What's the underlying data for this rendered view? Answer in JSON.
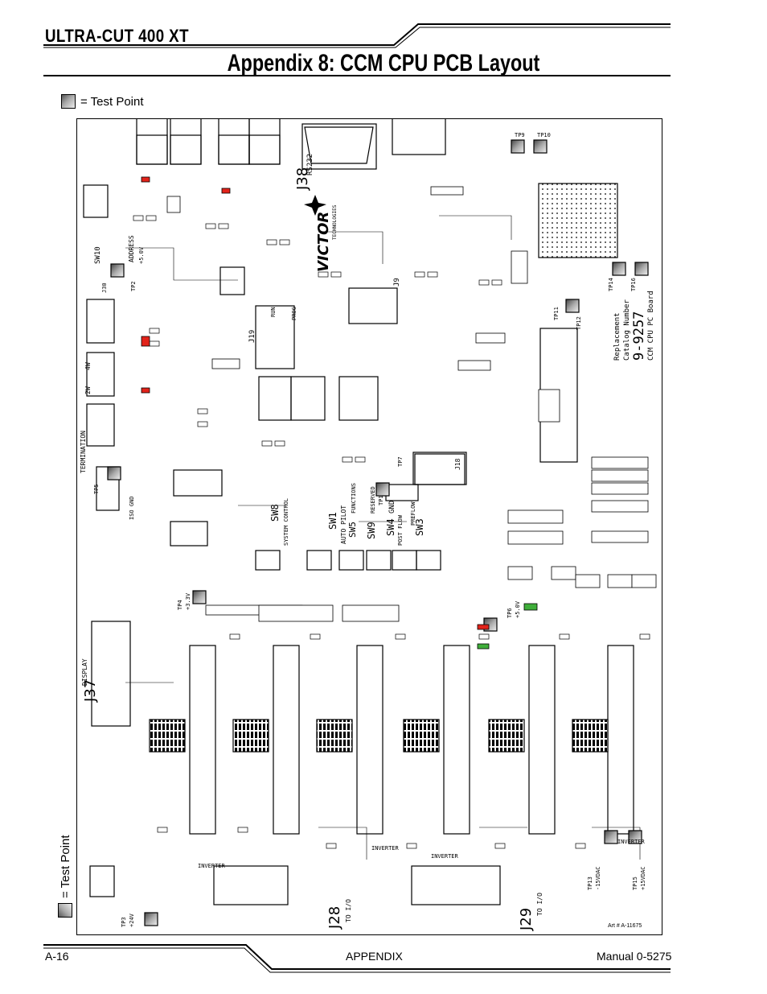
{
  "header": {
    "product": "ULTRA-CUT 400 XT",
    "title": "Appendix 8:  CCM CPU PCB Layout"
  },
  "legend": {
    "text": "= Test Point",
    "icon": "test-point-icon"
  },
  "board": {
    "connectors": {
      "j38": "J38",
      "rs232": "RS232",
      "j37": "J37",
      "display": "DISPLAY",
      "j28": "J28",
      "j28_sub": "TO I/O",
      "j29": "J29",
      "j29_sub": "TO I/O",
      "j19": "J19",
      "j18": "J18",
      "j9": "J9",
      "j30": "J30"
    },
    "switches": {
      "sw8": "SW8",
      "sw8_sub": "SYSTEM CONTROL",
      "sw1": "SW1",
      "sw1_sub": "AUTO PILOT",
      "sw5": "SW5",
      "sw5_sub": "FUNCTIONS",
      "sw9": "SW9",
      "sw9_sub": "RESERVED",
      "sw4": "SW4",
      "sw4_sub": "GND",
      "sw3": "SW3",
      "sw3_sub": "PREFLOW",
      "sw10": "SW10",
      "sw10_sub": "ADDRESS",
      "post_flow": "POST FLOW"
    },
    "test_points": {
      "tp1": "TP1",
      "tp2": "TP2",
      "tp2_v": "+5.0V",
      "tp3": "TP3",
      "tp3_v": "+24V",
      "tp4": "TP4",
      "tp4_v": "+3.3V",
      "tp5": "TP5",
      "tp6": "TP6",
      "tp6_v": "+5.0V",
      "tp7": "TP7",
      "tp13": "TP13",
      "tp13_v": "-15VDAC",
      "tp15": "TP15",
      "tp15_v": "+15VDAC",
      "tp9": "TP9",
      "tp10": "TP10",
      "tp11": "TP11",
      "tp12": "TP12",
      "tp14": "TP14",
      "tp16": "TP16"
    },
    "misc": {
      "termination": "TERMINATION",
      "iso_gnd": "ISO GND",
      "run": "RUN",
      "prog": "PROG",
      "inverter": "INVERTER",
      "replacement": "Replacement",
      "catalog": "Catalog Number",
      "catalog_no": "9-9257",
      "ccm_board": "CCM CPU PC Board",
      "victor": "VICTOR",
      "technologies": "TECHNOLOGIES",
      "two_w": "2W",
      "four_w": "4W"
    }
  },
  "art_number": "Art # A-11675",
  "footer": {
    "page": "A-16",
    "section": "APPENDIX",
    "manual": "Manual 0-5275"
  },
  "colors": {
    "red_led": "#e2231a",
    "green_led": "#3fae3a"
  }
}
